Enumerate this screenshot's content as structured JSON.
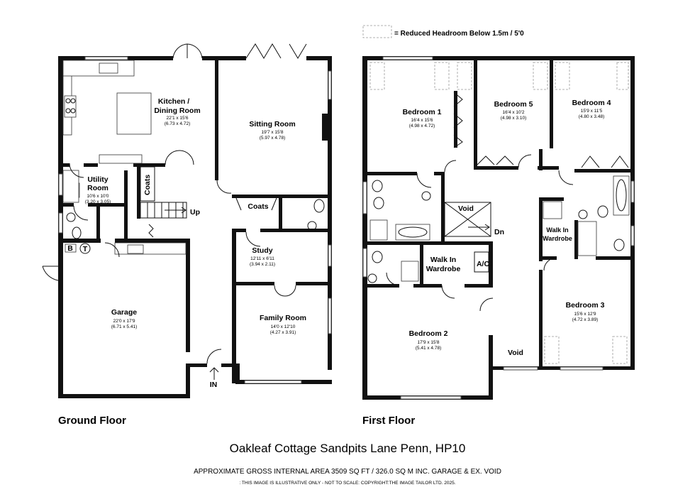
{
  "legend": {
    "text": "= Reduced Headroom Below 1.5m / 5'0"
  },
  "ground_floor": {
    "title": "Ground Floor",
    "rooms": {
      "kitchen": {
        "name_line1": "Kitchen /",
        "name_line2": "Dining Room",
        "dim_imperial": "22'1 x 15'6",
        "dim_metric": "(6.73 x 4.72)"
      },
      "sitting": {
        "name": "Sitting Room",
        "dim_imperial": "19'7 x 15'8",
        "dim_metric": "(5.97 x 4.78)"
      },
      "utility": {
        "name_line1": "Utility",
        "name_line2": "Room",
        "dim_imperial": "10'6 x 10'0",
        "dim_metric": "(3.20 x 3.05)"
      },
      "coats_vertical": {
        "name": "Coats"
      },
      "coats": {
        "name": "Coats"
      },
      "study": {
        "name": "Study",
        "dim_imperial": "12'11 x 6'11",
        "dim_metric": "(3.94 x 2.11)"
      },
      "family": {
        "name": "Family Room",
        "dim_imperial": "14'0 x 12'10",
        "dim_metric": "(4.27 x 3.91)"
      },
      "garage": {
        "name": "Garage",
        "dim_imperial": "22'0 x 17'9",
        "dim_metric": "(6.71 x 5.41)"
      }
    },
    "labels": {
      "up": "Up",
      "in": "IN",
      "boiler": "B",
      "tank": "T"
    }
  },
  "first_floor": {
    "title": "First Floor",
    "rooms": {
      "bedroom1": {
        "name": "Bedroom 1",
        "dim_imperial": "16'4 x 15'6",
        "dim_metric": "(4.98 x 4.72)"
      },
      "bedroom5": {
        "name": "Bedroom 5",
        "dim_imperial": "16'4 x 10'2",
        "dim_metric": "(4.98 x 3.10)"
      },
      "bedroom4": {
        "name": "Bedroom 4",
        "dim_imperial": "15'9 x 11'5",
        "dim_metric": "(4.80 x 3.48)"
      },
      "bedroom2": {
        "name": "Bedroom 2",
        "dim_imperial": "17'9 x 15'8",
        "dim_metric": "(5.41 x 4.78)"
      },
      "bedroom3": {
        "name": "Bedroom 3",
        "dim_imperial": "15'6 x 12'9",
        "dim_metric": "(4.72 x 3.89)"
      },
      "void_stairs": {
        "name": "Void"
      },
      "void_bottom": {
        "name": "Void"
      },
      "walkin_left": {
        "name_line1": "Walk In",
        "name_line2": "Wardrobe"
      },
      "walkin_right": {
        "name_line1": "Walk In",
        "name_line2": "Wardrobe"
      },
      "ac": {
        "name": "A/C"
      }
    },
    "labels": {
      "dn": "Dn"
    }
  },
  "footer": {
    "address": "Oakleaf Cottage Sandpits Lane Penn, HP10",
    "area": "APPROXIMATE GROSS INTERNAL AREA 3509 SQ FT / 326.0 SQ M INC. GARAGE & EX. VOID",
    "disclaimer": ": THIS IMAGE IS ILLUSTRATIVE ONLY - NOT TO SCALE: COPYRIGHT:THE IMAGE TAILOR LTD. 2025."
  }
}
